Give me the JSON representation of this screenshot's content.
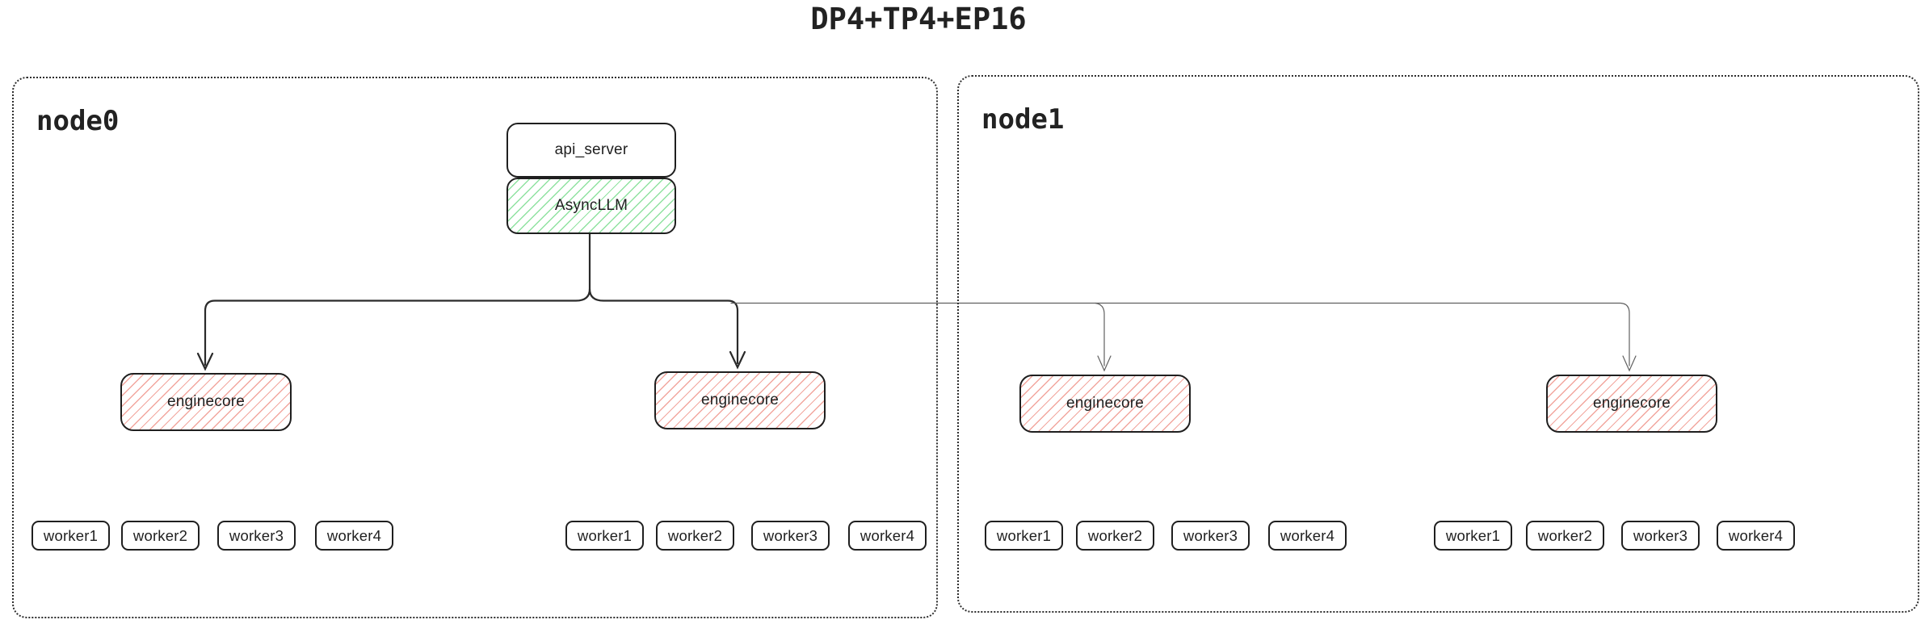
{
  "title": "DP4+TP4+EP16",
  "nodes": [
    {
      "label": "node0",
      "api_server_label": "api_server",
      "async_llm_label": "AsyncLLM",
      "enginecores": [
        "enginecore",
        "enginecore"
      ],
      "worker_groups": [
        [
          "worker1",
          "worker2",
          "worker3",
          "worker4"
        ],
        [
          "worker1",
          "worker2",
          "worker3",
          "worker4"
        ]
      ]
    },
    {
      "label": "node1",
      "enginecores": [
        "enginecore",
        "enginecore"
      ],
      "worker_groups": [
        [
          "worker1",
          "worker2",
          "worker3",
          "worker4"
        ],
        [
          "worker1",
          "worker2",
          "worker3",
          "worker4"
        ]
      ]
    }
  ],
  "colors": {
    "background": "#ffffff",
    "border": "#1f1f1f",
    "text": "#1f1f1f",
    "line_dark": "#2a2a2a",
    "line_thin": "#606060",
    "green_hatch": "#8fe2a0",
    "red_hatch": "#f2a69e"
  }
}
